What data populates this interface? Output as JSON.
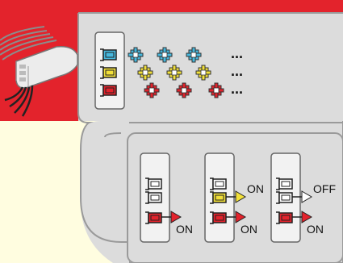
{
  "diagram": {
    "colors": {
      "background": "#fffde0",
      "red_bar": "#e3232c",
      "panel_fill": "#dcdcdc",
      "panel_stroke": "#9a9a9a",
      "card_fill": "#f2f2f2",
      "card_stroke": "#666666",
      "cyan": "#46b8de",
      "yellow": "#f2e03a",
      "red": "#e3232c",
      "white": "#ffffff",
      "ink": "#111111"
    },
    "icons": {
      "device": "multiport-device-icon",
      "connector": "connector-icon",
      "arrow": "right-arrow-icon"
    },
    "top_rows": [
      {
        "color": "cyan",
        "more": "..."
      },
      {
        "color": "yellow",
        "more": "..."
      },
      {
        "color": "red",
        "more": "..."
      }
    ],
    "cards": [
      {
        "ports": [
          {
            "state": "empty",
            "label": ""
          },
          {
            "state": "empty",
            "label": ""
          },
          {
            "state": "red",
            "label": "ON"
          }
        ]
      },
      {
        "ports": [
          {
            "state": "empty",
            "label": ""
          },
          {
            "state": "yellow",
            "label": "ON"
          },
          {
            "state": "red",
            "label": "ON"
          }
        ]
      },
      {
        "ports": [
          {
            "state": "empty",
            "label": ""
          },
          {
            "state": "white",
            "label": "OFF"
          },
          {
            "state": "red",
            "label": "ON"
          }
        ]
      }
    ]
  }
}
